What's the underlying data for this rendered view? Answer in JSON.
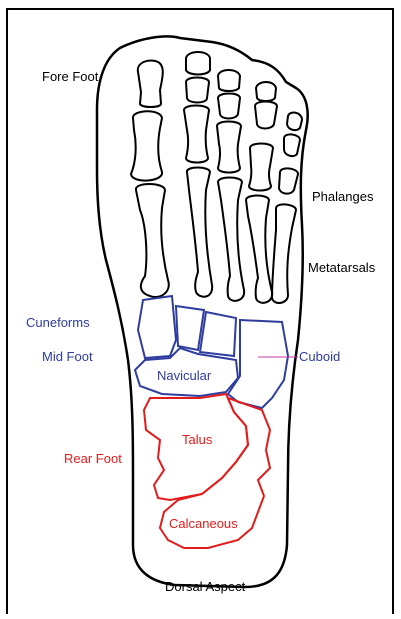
{
  "colors": {
    "outline": "#000000",
    "midfoot": "#2e3d9e",
    "rearfoot": "#e41b1b"
  },
  "labels": {
    "fore_foot": "Fore Foot",
    "phalanges": "Phalanges",
    "metatarsals": "Metatarsals",
    "cuneiforms": "Cuneforms",
    "mid_foot": "Mid Foot",
    "cuboid": "Cuboid",
    "navicular": "Navicular",
    "rear_foot": "Rear Foot",
    "talus": "Talus",
    "calcaneous": "Calcaneous",
    "dorsal_aspect": "Dorsal Aspect"
  }
}
